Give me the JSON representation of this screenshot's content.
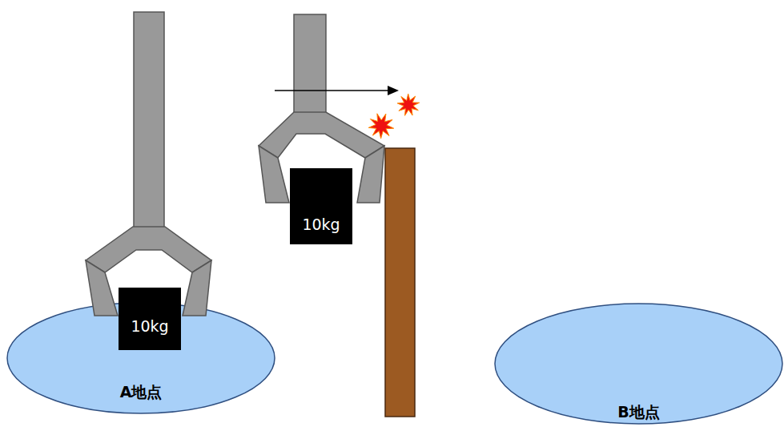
{
  "diagram": {
    "nodes": [
      {
        "text": [
          "A地点"
        ]
      },
      {
        "text": [
          "10kg"
        ]
      },
      {
        "text": [
          "10kg"
        ]
      },
      {
        "text": [
          "B地点"
        ]
      }
    ]
  }
}
